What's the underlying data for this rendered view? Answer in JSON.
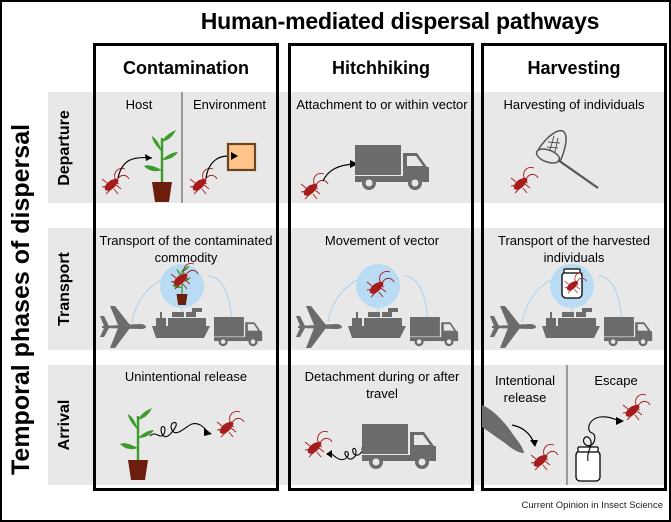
{
  "title": "Human-mediated dispersal pathways",
  "side_label": "Temporal phases of dispersal",
  "rows": [
    {
      "label": "Departure"
    },
    {
      "label": "Transport"
    },
    {
      "label": "Arrival"
    }
  ],
  "columns": [
    {
      "label": "Contamination",
      "departure": {
        "sub": [
          "Host",
          "Environment"
        ]
      },
      "transport": {
        "caption": "Transport of the contaminated commodity"
      },
      "arrival": {
        "caption": "Unintentional release"
      }
    },
    {
      "label": "Hitchhiking",
      "departure": {
        "caption": "Attachment to or within vector"
      },
      "transport": {
        "caption": "Movement of vector"
      },
      "arrival": {
        "caption": "Detachment during or after travel"
      }
    },
    {
      "label": "Harvesting",
      "departure": {
        "caption": "Harvesting of individuals"
      },
      "transport": {
        "caption": "Transport of the harvested individuals"
      },
      "arrival": {
        "sub": [
          "Intentional release",
          "Escape"
        ]
      }
    }
  ],
  "icons": {
    "insect": "insect-icon",
    "plant": "potted-plant-icon",
    "box": "environment-box-icon",
    "truck": "truck-icon",
    "plane": "airplane-icon",
    "ship": "cargo-ship-icon",
    "net": "insect-net-icon",
    "jar": "jar-icon",
    "hand": "hand-icon"
  },
  "colors": {
    "band": "#e8e8e8",
    "insect": "#a61c1c",
    "plant_leaf": "#3c9b2a",
    "pot": "#6b1d0e",
    "vehicle": "#6b6b6b",
    "bubble": "#b9dcf4",
    "box_fill": "#ffc48a",
    "box_stroke": "#6b4420"
  },
  "footer": "Current Opinion in Insect Science"
}
